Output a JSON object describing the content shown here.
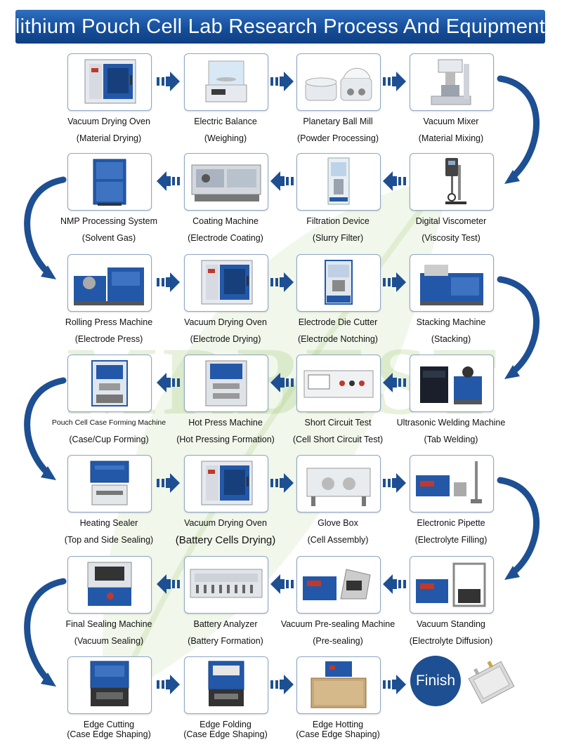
{
  "title": "lithium Pouch Cell Lab Research Process And Equipment",
  "watermark": "MRBEST",
  "finish_label": "Finish",
  "colors": {
    "header": "#164f9c",
    "arrow": "#1d4f92",
    "watermark": "#78af3c"
  },
  "steps": [
    {
      "row": 0,
      "col": 0,
      "name": "Vacuum Drying Oven",
      "purpose": "(Material Drying)",
      "icon": "oven-icon"
    },
    {
      "row": 0,
      "col": 1,
      "name": "Electric Balance",
      "purpose": "(Weighing)",
      "icon": "balance-icon"
    },
    {
      "row": 0,
      "col": 2,
      "name": "Planetary Ball Mill",
      "purpose": "(Powder Processing)",
      "icon": "ball-mill-icon"
    },
    {
      "row": 0,
      "col": 3,
      "name": "Vacuum Mixer",
      "purpose": "(Material Mixing)",
      "icon": "mixer-icon"
    },
    {
      "row": 1,
      "col": 3,
      "name": "Digital Viscometer",
      "purpose": "(Viscosity Test)",
      "icon": "viscometer-icon"
    },
    {
      "row": 1,
      "col": 2,
      "name": "Filtration Device",
      "purpose": "(Slurry Filter)",
      "icon": "filter-icon"
    },
    {
      "row": 1,
      "col": 1,
      "name": "Coating Machine",
      "purpose": "(Electrode Coating)",
      "icon": "coater-icon"
    },
    {
      "row": 1,
      "col": 0,
      "name": "NMP Processing System",
      "purpose": "(Solvent Gas)",
      "icon": "cabinet-icon"
    },
    {
      "row": 2,
      "col": 0,
      "name": "Rolling Press Machine",
      "purpose": "(Electrode Press)",
      "icon": "press-icon"
    },
    {
      "row": 2,
      "col": 1,
      "name": "Vacuum Drying Oven",
      "purpose": "(Electrode Drying)",
      "icon": "oven-icon"
    },
    {
      "row": 2,
      "col": 2,
      "name": "Electrode Die Cutter",
      "purpose": "(Electrode Notching)",
      "icon": "cutter-icon"
    },
    {
      "row": 2,
      "col": 3,
      "name": "Stacking Machine",
      "purpose": "(Stacking)",
      "icon": "stacker-icon"
    },
    {
      "row": 3,
      "col": 3,
      "name": "Ultrasonic Welding Machine",
      "purpose": "(Tab Welding)",
      "icon": "welder-icon"
    },
    {
      "row": 3,
      "col": 2,
      "name": "Short Circuit Test",
      "purpose": "(Cell Short Circuit Test)",
      "icon": "tester-icon"
    },
    {
      "row": 3,
      "col": 1,
      "name": "Hot Press Machine",
      "purpose": "(Hot Pressing Formation)",
      "icon": "hot-press-icon"
    },
    {
      "row": 3,
      "col": 0,
      "name": "Pouch Cell Case Forming Machine",
      "purpose": "(Case/Cup Forming)",
      "icon": "former-icon"
    },
    {
      "row": 4,
      "col": 0,
      "name": "Heating Sealer",
      "purpose": "(Top and Side Sealing)",
      "icon": "sealer-icon"
    },
    {
      "row": 4,
      "col": 1,
      "name": "Vacuum Drying Oven",
      "purpose": "(Battery Cells Drying)",
      "icon": "oven-icon"
    },
    {
      "row": 4,
      "col": 2,
      "name": "Glove Box",
      "purpose": "(Cell Assembly)",
      "icon": "glovebox-icon"
    },
    {
      "row": 4,
      "col": 3,
      "name": "Electronic Pipette",
      "purpose": "(Electrolyte Filling)",
      "icon": "pipette-icon"
    },
    {
      "row": 5,
      "col": 3,
      "name": "Vacuum Standing",
      "purpose": "(Electrolyte Diffusion)",
      "icon": "standing-icon"
    },
    {
      "row": 5,
      "col": 2,
      "name": "Vacuum Pre-sealing Machine",
      "purpose": "(Pre-sealing)",
      "icon": "presealer-icon"
    },
    {
      "row": 5,
      "col": 1,
      "name": "Battery Analyzer",
      "purpose": "(Battery Formation)",
      "icon": "analyzer-icon"
    },
    {
      "row": 5,
      "col": 0,
      "name": "Final Sealing Machine",
      "purpose": "(Vacuum Sealing)",
      "icon": "final-sealer-icon"
    },
    {
      "row": 6,
      "col": 0,
      "name": "Edge Cutting",
      "purpose": "(Case Edge Shaping)",
      "icon": "edge-cutter-icon"
    },
    {
      "row": 6,
      "col": 1,
      "name": "Edge Folding",
      "purpose": "(Case Edge Shaping)",
      "icon": "edge-folder-icon"
    },
    {
      "row": 6,
      "col": 2,
      "name": "Edge Hotting",
      "purpose": "(Case Edge Shaping)",
      "icon": "edge-hotter-icon"
    }
  ]
}
